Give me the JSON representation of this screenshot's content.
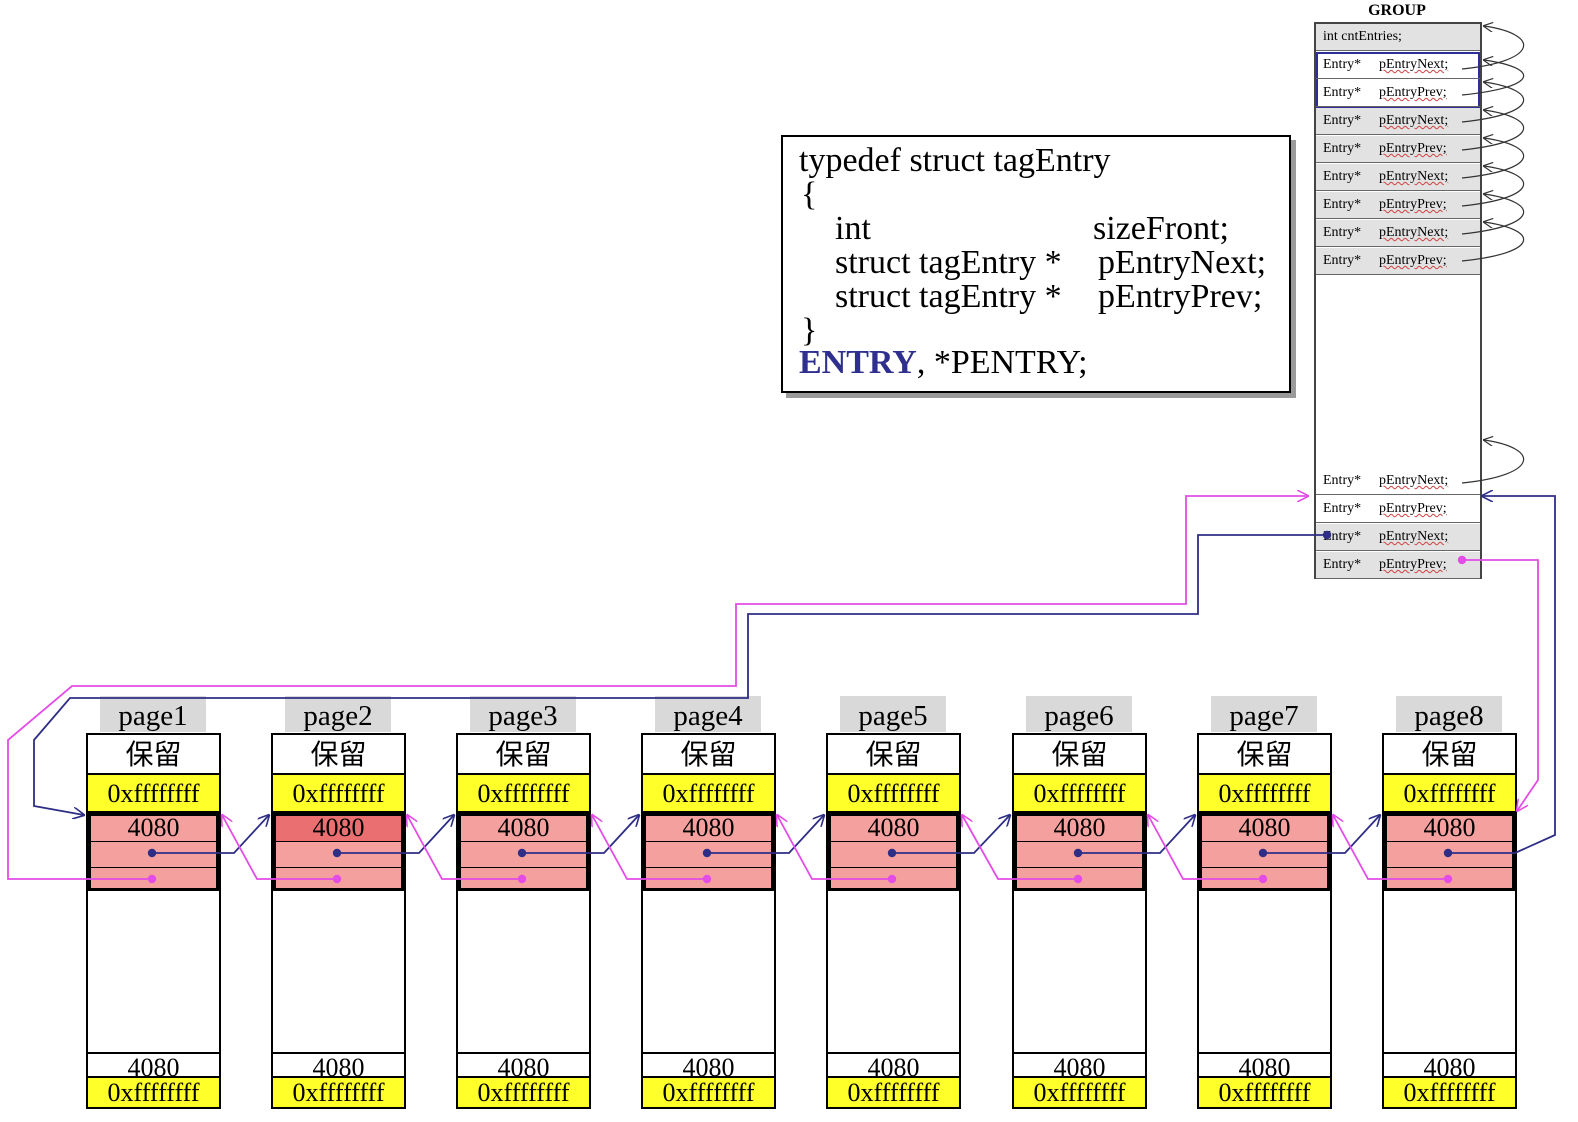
{
  "code": {
    "line1": "typedef struct tagEntry",
    "open_brace": "{",
    "field1_type": "int",
    "field1_name": "sizeFront;",
    "field2_type": "struct tagEntry *",
    "field2_name": "pEntryNext;",
    "field3_type": "struct tagEntry *",
    "field3_name": "pEntryPrev;",
    "close_brace": "}",
    "typename_keyword": "ENTRY",
    "typename_rest": ", *PENTRY;"
  },
  "group": {
    "title": "GROUP",
    "count_field": "int  cntEntries;",
    "entry_type": "Entry*",
    "next_field": "pEntryNext;",
    "prev_field": "pEntryPrev;"
  },
  "pages": [
    {
      "label": "page1",
      "reserved": "保留",
      "marker_top": "0xffffffff",
      "size_front": "4080",
      "size_end": "4080",
      "marker_bottom": "0xffffffff"
    },
    {
      "label": "page2",
      "reserved": "保留",
      "marker_top": "0xffffffff",
      "size_front": "4080",
      "size_end": "4080",
      "marker_bottom": "0xffffffff"
    },
    {
      "label": "page3",
      "reserved": "保留",
      "marker_top": "0xffffffff",
      "size_front": "4080",
      "size_end": "4080",
      "marker_bottom": "0xffffffff"
    },
    {
      "label": "page4",
      "reserved": "保留",
      "marker_top": "0xffffffff",
      "size_front": "4080",
      "size_end": "4080",
      "marker_bottom": "0xffffffff"
    },
    {
      "label": "page5",
      "reserved": "保留",
      "marker_top": "0xffffffff",
      "size_front": "4080",
      "size_end": "4080",
      "marker_bottom": "0xffffffff"
    },
    {
      "label": "page6",
      "reserved": "保留",
      "marker_top": "0xffffffff",
      "size_front": "4080",
      "size_end": "4080",
      "marker_bottom": "0xffffffff"
    },
    {
      "label": "page7",
      "reserved": "保留",
      "marker_top": "0xffffffff",
      "size_front": "4080",
      "size_end": "4080",
      "marker_bottom": "0xffffffff"
    },
    {
      "label": "page8",
      "reserved": "保留",
      "marker_top": "0xffffffff",
      "size_front": "4080",
      "size_end": "4080",
      "marker_bottom": "0xffffffff"
    }
  ],
  "colors": {
    "next_link": "#2e2e86",
    "prev_link": "#e34ce6",
    "entry_fill": "#f4a09e",
    "marker_fill": "#ffff2a",
    "label_fill": "#d9d9d9"
  }
}
